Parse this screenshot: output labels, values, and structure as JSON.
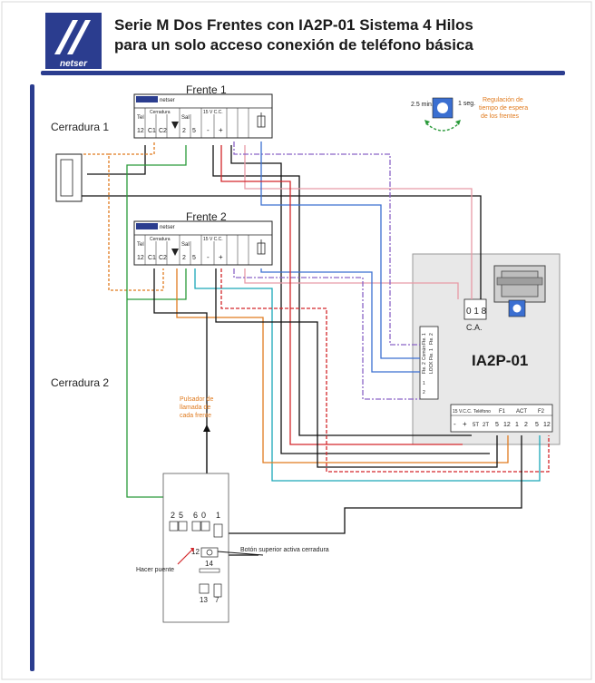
{
  "header": {
    "logo_text": "netser",
    "title_line1": "Serie M Dos Frentes con IA2P-01 Sistema 4 Hilos",
    "title_line2": "para un solo acceso conexión de teléfono básica"
  },
  "labels": {
    "frente1": "Frente 1",
    "frente2": "Frente 2",
    "cerradura1": "Cerradura 1",
    "cerradura2": "Cerradura 2",
    "regulacion": [
      "Regulación de",
      "tiempo de espera",
      "de los frentes"
    ],
    "min_label": "2.5 min.",
    "seg_label": "1 seg.",
    "ca_terminals": "0 1 8",
    "ca_label": "C.A.",
    "device_name": "IA2P-01",
    "pulsador": [
      "Pulsador de",
      "llamada de",
      "cada frente"
    ],
    "boton_superior": "Botón superior activa cerradura",
    "hacer_puente": "Hacer puente"
  },
  "panel_terminals": {
    "brand": "netser",
    "groups": [
      "Tel",
      "Cerradura",
      "Sal",
      "15 V C.C."
    ],
    "numbers": [
      "12",
      "C1",
      "C2",
      "",
      "2",
      "5",
      "-",
      "+",
      "",
      ""
    ]
  },
  "ia2p_side_terminals": [
    "Fte. 1",
    "Fte. 2",
    "Común",
    "Fte. 1",
    "Fte. 2",
    "LOCK",
    "1",
    "2"
  ],
  "ia2p_bottom_terminals": {
    "groups": [
      "15 V.C.C.",
      "Teléfono",
      "F1",
      "ACT",
      "F2"
    ],
    "numbers": [
      "-",
      "+",
      "5T",
      "2T",
      "5",
      "12",
      "1",
      "2",
      "5",
      "12"
    ]
  },
  "phone_terminals": [
    "2",
    "5",
    "6",
    "0",
    "1",
    "12",
    "14",
    "13",
    "7"
  ],
  "colors": {
    "accent_blue": "#2b3d8f",
    "wire_orange": "#e07b1f",
    "wire_green": "#2a9a3a",
    "wire_pink": "#e89aa6",
    "wire_blue": "#3b6fd1",
    "wire_purple": "#8a63c7",
    "wire_teal": "#1aa7b8",
    "wire_red": "#d3262a",
    "wire_black": "#111111",
    "wire_brown": "#8a5a1c"
  }
}
